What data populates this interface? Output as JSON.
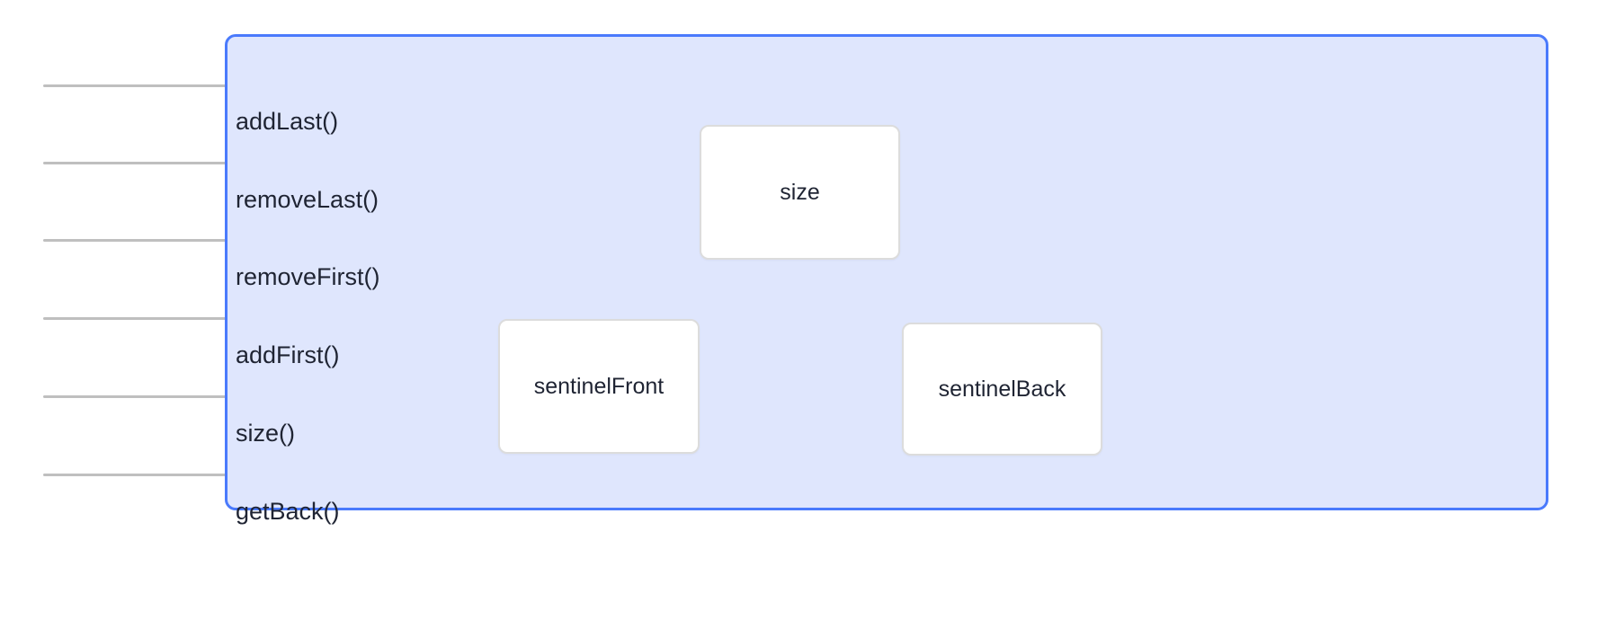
{
  "diagram": {
    "type": "class-structure-diagram",
    "container": {
      "name": "deque-class-box",
      "fill_color": "#dfe6fd",
      "border_color": "#4a7afc"
    },
    "methods": [
      {
        "label": "addLast()"
      },
      {
        "label": "removeLast()"
      },
      {
        "label": "removeFirst()"
      },
      {
        "label": "addFirst()"
      },
      {
        "label": "size()"
      },
      {
        "label": "getBack()"
      }
    ],
    "fields": [
      {
        "label": "size"
      },
      {
        "label": "sentinelFront"
      },
      {
        "label": "sentinelBack"
      }
    ],
    "connector": {
      "name": "connector-line",
      "color": "#bfbfbf",
      "count": 6
    }
  }
}
